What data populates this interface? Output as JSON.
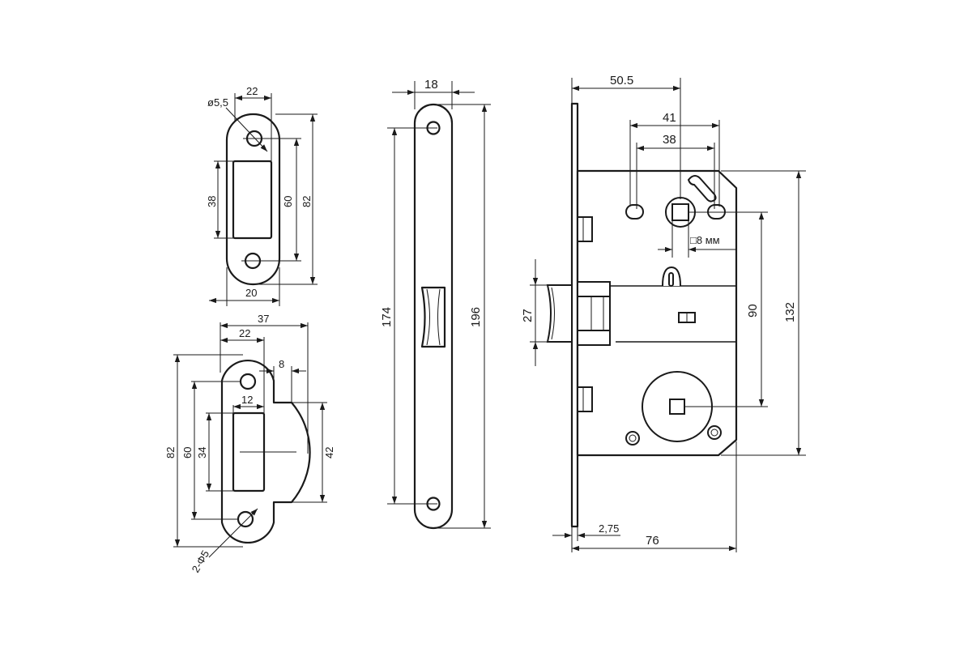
{
  "strike_plate": {
    "width_top": "22",
    "hole_diameter": "ø5,5",
    "opening_height": "38",
    "hole_spacing": "60",
    "total_height": "82",
    "width_bottom": "20"
  },
  "strike_lip": {
    "total_width": "37",
    "plate_width": "22",
    "lip_offset": "8",
    "opening_width": "12",
    "total_height": "82",
    "hole_spacing": "60",
    "opening_height": "34",
    "lip_height": "42",
    "holes": "2-Φ5"
  },
  "faceplate": {
    "width": "18",
    "hole_spacing": "174",
    "total_height": "196"
  },
  "lock_body": {
    "backset": "50.5",
    "dim_41": "41",
    "dim_38": "38",
    "spindle": "□8 мм",
    "latch_height": "27",
    "center_distance": "90",
    "body_height": "132",
    "faceplate_thickness": "2,75",
    "body_depth": "76"
  }
}
